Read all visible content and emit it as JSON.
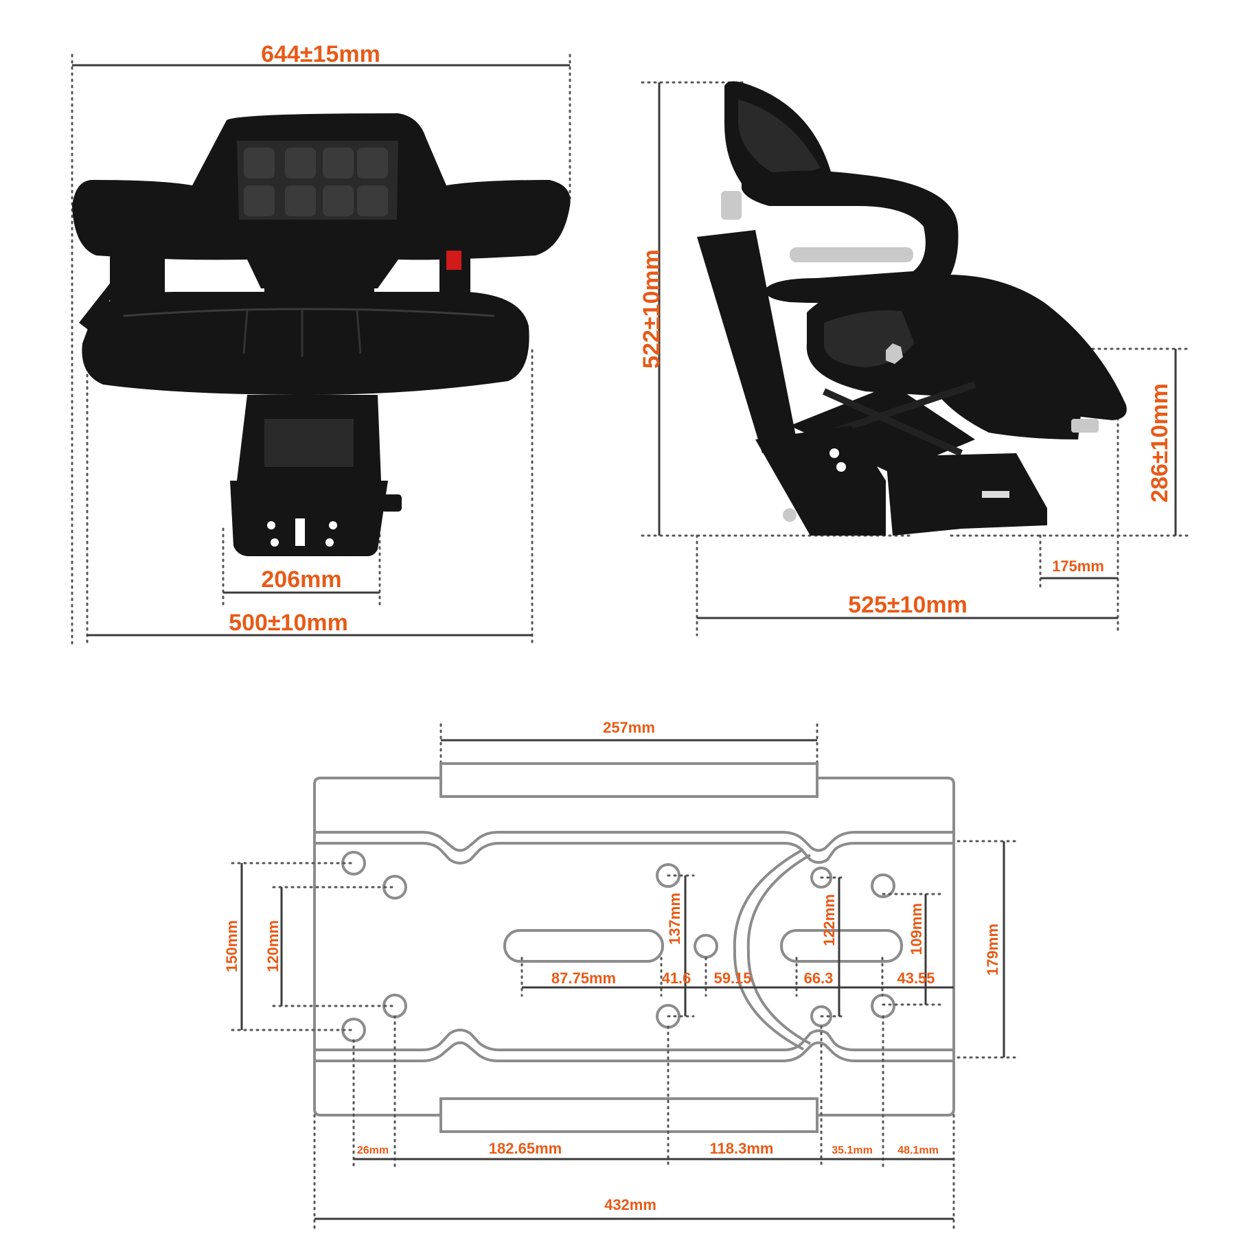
{
  "front_view": {
    "width_top": "644±15mm",
    "base_width": "206mm",
    "seat_width": "500±10mm"
  },
  "side_view": {
    "height": "522±10mm",
    "seat_height": "286±10mm",
    "offset": "175mm",
    "depth": "525±10mm"
  },
  "base_plate": {
    "top_slot": "257mm",
    "outer_height": "150mm",
    "inner_height": "120mm",
    "hole_v1": "137mm",
    "hole_v2": "122mm",
    "hole_v3": "109mm",
    "plate_height": "179mm",
    "h_dims": [
      "87.75mm",
      "41.6",
      "59.15",
      "66.3",
      "43.55"
    ],
    "bottom_dims": [
      "26mm",
      "182.65mm",
      "118.3mm",
      "35.1mm",
      "48.1mm"
    ],
    "total_width": "432mm"
  },
  "colors": {
    "dimension_text": "#e85a17",
    "seat": "#151515",
    "plate_outline": "#8c8c8c"
  }
}
